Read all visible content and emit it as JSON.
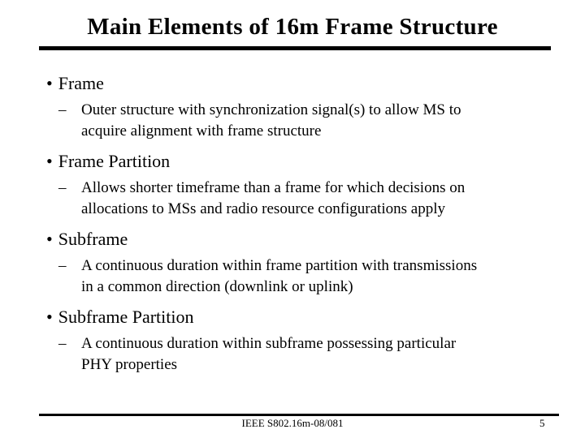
{
  "slide": {
    "title": "Main Elements of 16m Frame Structure",
    "bullet_glyph": "•",
    "sub_bullet_glyph": "–",
    "bullets": [
      {
        "label": "Frame",
        "sub_lines": [
          "Outer structure with synchronization signal(s) to allow MS to",
          "acquire alignment with frame structure"
        ]
      },
      {
        "label": "Frame Partition",
        "sub_lines": [
          "Allows shorter timeframe than a frame for which decisions on",
          "allocations to MSs and radio resource configurations apply"
        ]
      },
      {
        "label": "Subframe",
        "sub_lines": [
          "A continuous duration within frame partition with transmissions",
          "in a common direction (downlink or uplink)"
        ]
      },
      {
        "label": "Subframe Partition",
        "sub_lines": [
          "A continuous duration within subframe possessing particular",
          "PHY properties"
        ]
      }
    ],
    "footer": {
      "doc_id": "IEEE S802.16m-08/081",
      "page_number": "5"
    },
    "colors": {
      "background": "#ffffff",
      "text": "#000000",
      "rule": "#000000"
    }
  }
}
